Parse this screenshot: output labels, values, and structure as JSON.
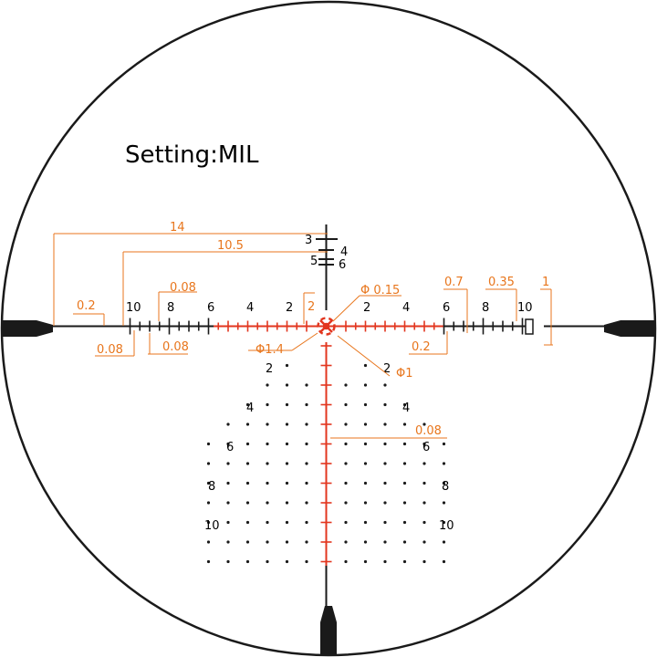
{
  "title": "Setting:MIL",
  "colors": {
    "reticle": "#1a1a1a",
    "red": "#e2361f",
    "annotation": "#e8761d",
    "background": "#ffffff"
  },
  "stadia": {
    "vertical": [
      "3",
      "4",
      "5",
      "6"
    ],
    "left_black": [
      "10",
      "8",
      "6"
    ],
    "right_black": [
      "6",
      "8",
      "10"
    ],
    "left_red": [
      "4",
      "2"
    ],
    "right_red": [
      "2",
      "4"
    ],
    "down_left": [
      "2",
      "4",
      "6",
      "8",
      "10"
    ],
    "down_right": [
      "2",
      "4",
      "6",
      "8",
      "10"
    ]
  },
  "dims": {
    "d14": "14",
    "d105": "10.5",
    "d02a": "0.2",
    "d008a": "0.08",
    "d008b": "0.08",
    "d008c": "0.08",
    "d2": "2",
    "phi015": "Φ 0.15",
    "phi14": "Φ1.4",
    "phi1": "Φ1",
    "d02b": "0.2",
    "d07": "0.7",
    "d035": "0.35",
    "d1": "1",
    "d008d": "0.08"
  }
}
